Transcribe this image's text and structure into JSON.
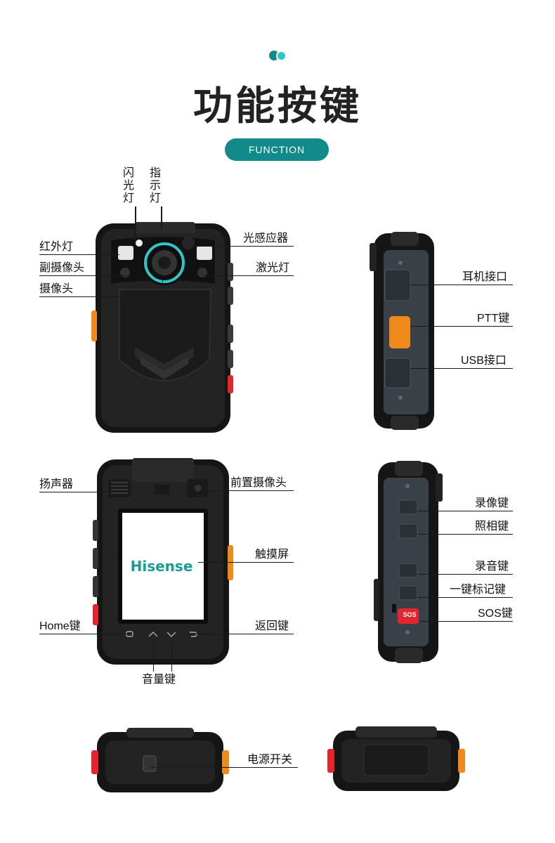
{
  "header": {
    "title": "功能按键",
    "subtitle": "FUNCTION"
  },
  "colors": {
    "accent": "#138a8a",
    "accent_light": "#2ec6c6",
    "device_body": "#1c1c1c",
    "device_edge": "#2c2c2c",
    "side_panel": "#3a4048",
    "orange": "#f08a1c",
    "red": "#e3262e"
  },
  "front_labels": {
    "flash": "闪光灯",
    "indicator": "指示灯",
    "ir_light": "红外灯",
    "sub_camera": "副摄像头",
    "camera": "摄像头",
    "light_sensor": "光感应器",
    "laser": "激光灯"
  },
  "side_right_labels": {
    "headphone": "耳机接口",
    "ptt": "PTT键",
    "usb": "USB接口"
  },
  "back_labels": {
    "speaker": "扬声器",
    "front_camera": "前置摄像头",
    "touchscreen": "触摸屏",
    "home": "Home键",
    "back": "返回键",
    "volume": "音量键"
  },
  "screen": {
    "brand": "Hisense",
    "brand_color": "#1a9b94"
  },
  "side_left_labels": {
    "record_video": "录像键",
    "photo": "照相键",
    "record_audio": "录音键",
    "mark": "一键标记键",
    "sos": "SOS键"
  },
  "sos_button_text": "SOS",
  "bottom_labels": {
    "power": "电源开关"
  }
}
